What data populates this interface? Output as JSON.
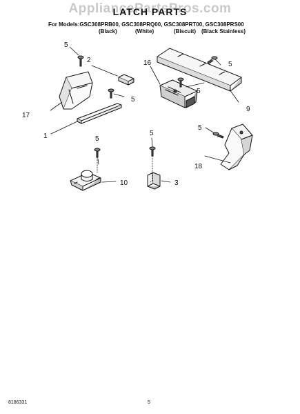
{
  "watermark": "AppliancePartsPros.com",
  "title": "LATCH PARTS",
  "models_line": "For Models:GSC308PRB00, GSC308PRQ00, GSC308PRT00, GSC308PRS00",
  "colors": [
    "(Black)",
    "(White)",
    "(Biscuit)",
    "(Black Stainless)"
  ],
  "callouts": {
    "c5a": "5",
    "c2": "2",
    "c16": "16",
    "c5b": "5",
    "c5c": "5",
    "c5d": "5",
    "c17": "17",
    "c9": "9",
    "c1": "1",
    "c5e": "5",
    "c5f": "5",
    "c18": "18",
    "c10": "10",
    "c3": "3"
  },
  "footer": {
    "doc_number": "8186331",
    "page_number": "5"
  }
}
